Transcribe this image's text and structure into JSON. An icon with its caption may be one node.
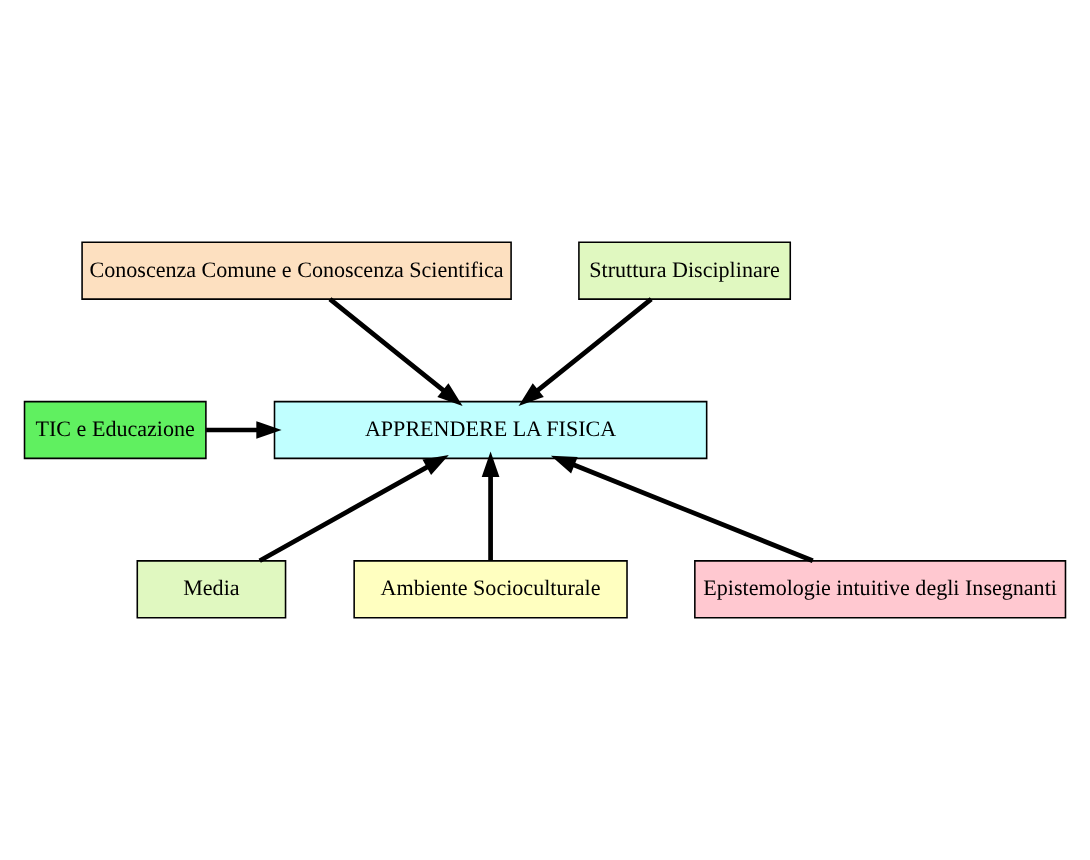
{
  "diagram": {
    "nodes": [
      {
        "text": [
          "Conoscenza Comune e Conoscenza Scientifica"
        ]
      },
      {
        "text": [
          "Struttura Disciplinare"
        ]
      },
      {
        "text": [
          "APPRENDERE LA FISICA"
        ]
      },
      {
        "text": [
          "TIC e Educazione"
        ]
      },
      {
        "text": [
          "Media"
        ]
      },
      {
        "text": [
          "Ambiente Socioculturale"
        ]
      },
      {
        "text": [
          "Epistemologie intuitive degli Insegnanti"
        ]
      }
    ],
    "edges": [
      {
        "from": 0,
        "to": 2,
        "arrow": "to"
      },
      {
        "from": 1,
        "to": 2,
        "arrow": "to"
      },
      {
        "from": 3,
        "to": 2,
        "arrow": "to"
      },
      {
        "from": 4,
        "to": 2,
        "arrow": "to"
      },
      {
        "from": 5,
        "to": 2,
        "arrow": "to"
      },
      {
        "from": 6,
        "to": 2,
        "arrow": "to"
      }
    ]
  }
}
